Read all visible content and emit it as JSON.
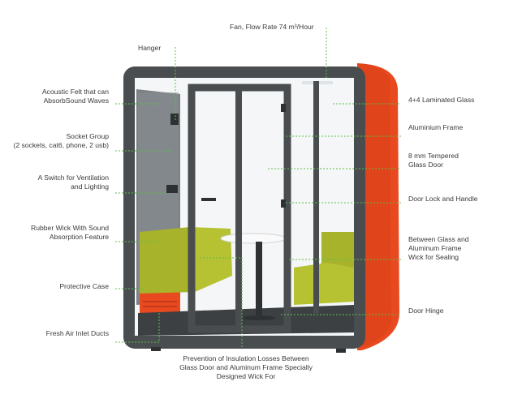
{
  "colors": {
    "frame": "#4a4d4f",
    "accent": "#e8491f",
    "felt": "#7b8085",
    "seat": "#a7b32a",
    "callout": "#5cc04a",
    "glass": "#f4f6f7"
  },
  "labels": {
    "fan": [
      "Fan, Flow Rate 74 m³/Hour"
    ],
    "hanger": [
      "Hanger"
    ],
    "felt": [
      "Acoustic Felt that can",
      "AbsorbSound Waves"
    ],
    "socket": [
      "Socket Group",
      "(2 sockets, cat6, phone, 2 usb)"
    ],
    "switch": [
      "A Switch for Ventilation",
      "and Lighting"
    ],
    "wick": [
      "Rubber Wick With Sound",
      "Absorption Feature"
    ],
    "case": [
      "Protective Case"
    ],
    "fresh": [
      "Fresh Air Inlet Ducts"
    ],
    "laminated": [
      "4+4 Laminated Glass"
    ],
    "aluminium": [
      "Aluminium Frame"
    ],
    "tempered": [
      "8 mm Tempered",
      "Glass Door"
    ],
    "doorlock": [
      "Door Lock and Handle"
    ],
    "between": [
      "Between Glass and",
      "Aluminum Frame",
      "Wick for Sealing"
    ],
    "hinge": [
      "Door Hinge"
    ],
    "prevention": [
      "Prevention of Insulation Losses Between",
      "Glass Door and Aluminum Frame Specially",
      "Designed Wick For"
    ]
  }
}
